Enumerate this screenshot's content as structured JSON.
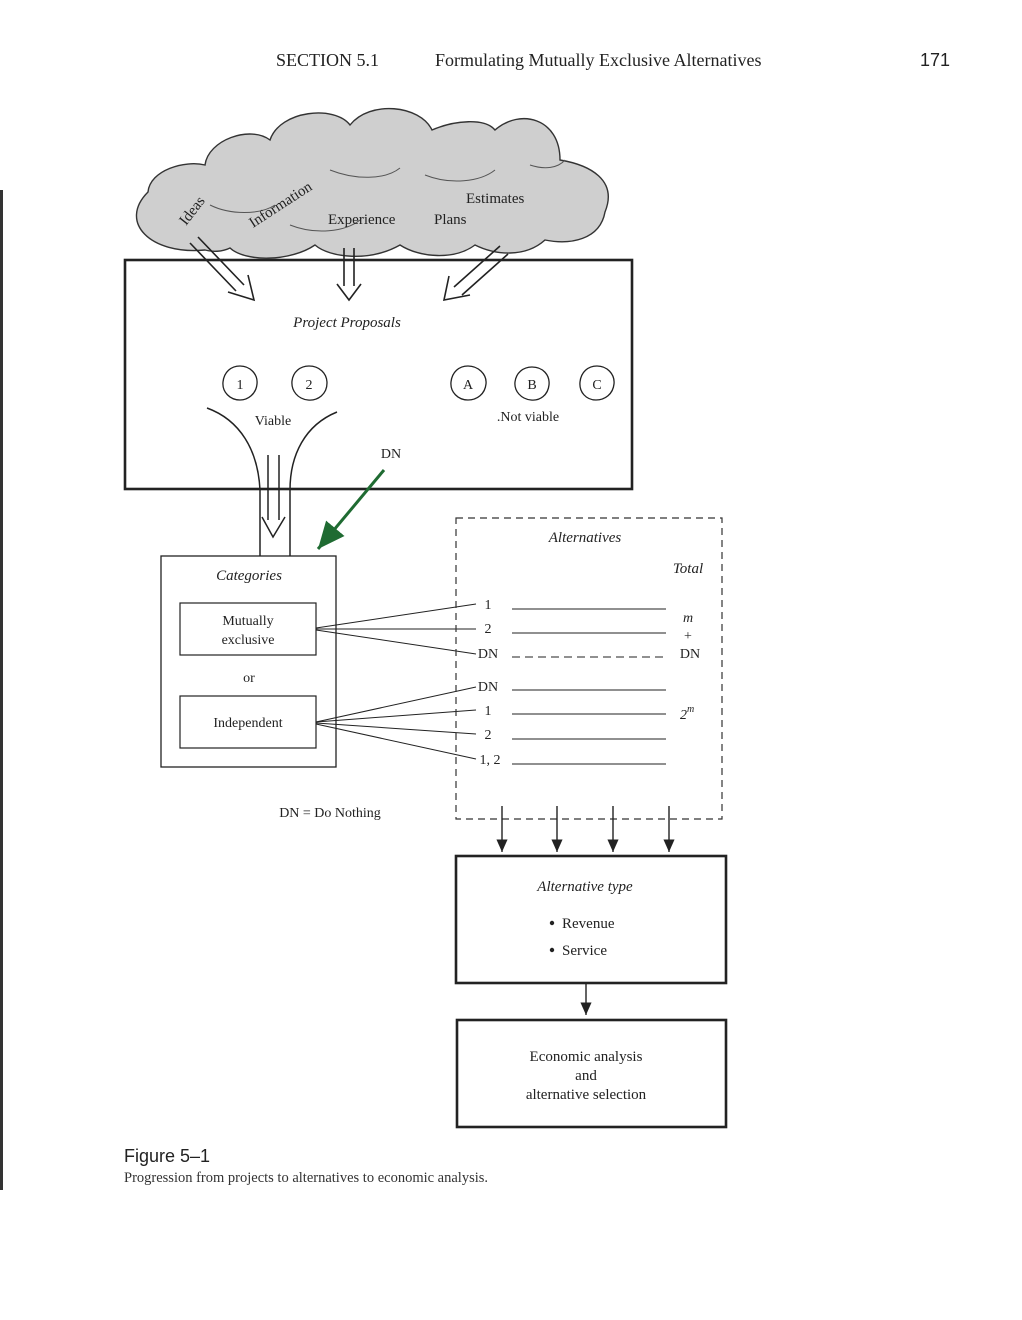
{
  "header": {
    "section": "SECTION 5.1",
    "title": "Formulating Mutually Exclusive Alternatives",
    "page_number": "171"
  },
  "cloud": {
    "words": [
      "Ideas",
      "Information",
      "Experience",
      "Plans",
      "Estimates"
    ]
  },
  "proposals": {
    "title": "Project Proposals",
    "viable_items": [
      "1",
      "2"
    ],
    "nonviable_items": [
      "A",
      "B",
      "C"
    ],
    "viable_label": "Viable",
    "not_viable_label": ".Not viable",
    "dn_label": "DN",
    "arrow_color": "#1f6b32"
  },
  "categories": {
    "title": "Categories",
    "mutually_exclusive_line1": "Mutually",
    "mutually_exclusive_line2": "exclusive",
    "or_label": "or",
    "independent": "Independent",
    "dn_definition": "DN = Do Nothing"
  },
  "alternatives": {
    "title": "Alternatives",
    "total_label": "Total",
    "me_rows": [
      "1",
      "2",
      "DN"
    ],
    "ind_rows": [
      "DN",
      "1",
      "2",
      "1, 2"
    ],
    "me_total_m": "m",
    "me_total_plus": "+",
    "me_total_dn": "DN",
    "ind_total_base": "2",
    "ind_total_exp": "m"
  },
  "type_box": {
    "title": "Alternative type",
    "items": [
      "Revenue",
      "Service"
    ]
  },
  "econ_box": {
    "line1": "Economic analysis",
    "line2": "and",
    "line3": "alternative selection"
  },
  "caption": {
    "title": "Figure 5–1",
    "text": "Progression from projects to alternatives to economic analysis."
  }
}
